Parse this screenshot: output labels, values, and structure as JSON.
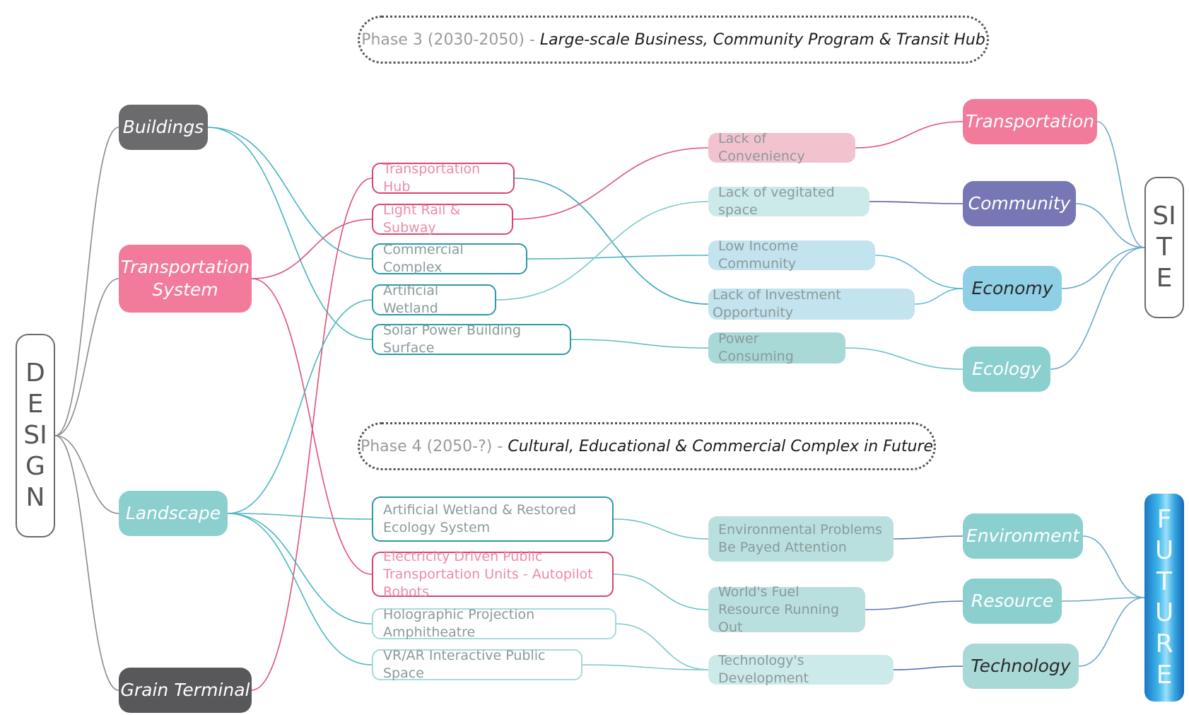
{
  "phases": {
    "phase3": {
      "label": "Phase 3 (2030-2050)",
      "title": "Large-scale Business, Community Program & Transit Hub"
    },
    "phase4": {
      "label": "Phase 4 (2050-?)",
      "title": "Cultural, Educational & Commercial Complex in Future"
    }
  },
  "pillars": {
    "design": "DESIGN",
    "site": "SITE",
    "future": "FUTURE"
  },
  "design_categories": {
    "buildings": "Buildings",
    "transportation_system": "Transportation System",
    "landscape": "Landscape",
    "grain_terminal": "Grain Terminal"
  },
  "design_outputs": {
    "transportation_hub": "Transportation Hub",
    "light_rail": "Light Rail & Subway",
    "commercial_complex": "Commercial Complex",
    "artificial_wetland": "Artificial Wetland",
    "solar_power": "Solar Power Building Surface",
    "wetland_restored": "Artificial Wetland & Restored Ecology System",
    "electricity_transport": "Electricity Driven Public Transportation Units - Autopilot Robots",
    "holographic": "Holographic Projection Amphitheatre",
    "vr_ar": "VR/AR Interactive Public Space"
  },
  "issues": {
    "lack_convenience": "Lack of Conveniency",
    "lack_vegetated": "Lack of vegitated space",
    "low_income": "Low Income Community",
    "lack_investment": "Lack of Investment Opportunity",
    "power_consuming": "Power Consuming",
    "env_problems": "Environmental Problems Be Payed Attention",
    "fuel_resource": "World's Fuel Resource Running Out",
    "tech_development": "Technology's Development"
  },
  "site_categories": {
    "transportation": "Transportation",
    "community": "Community",
    "economy": "Economy",
    "ecology": "Ecology"
  },
  "future_categories": {
    "environment": "Environment",
    "resource": "Resource",
    "technology": "Technology"
  },
  "colors": {
    "pink": "#f27a9a",
    "dark_gray": "#6b6b6e",
    "teal": "#8ccfcf",
    "purple": "#7777b5",
    "light_blue": "#8fd0e6",
    "pale_pink": "#f3c2cf",
    "pale_teal": "#cdeaea",
    "pale_blue": "#c3e3ef",
    "outline_teal": "#2b9aa6",
    "outline_pink": "#d8466f"
  },
  "connections": [
    [
      "design-pillar",
      "buildings"
    ],
    [
      "design-pillar",
      "transportation-system"
    ],
    [
      "design-pillar",
      "landscape"
    ],
    [
      "design-pillar",
      "grain-terminal"
    ],
    [
      "buildings",
      "commercial-complex"
    ],
    [
      "buildings",
      "solar-power"
    ],
    [
      "transportation-system",
      "light-rail"
    ],
    [
      "transportation-system",
      "electricity-transport"
    ],
    [
      "grain-terminal",
      "transportation-hub"
    ],
    [
      "landscape",
      "artificial-wetland"
    ],
    [
      "landscape",
      "wetland-restored"
    ],
    [
      "landscape",
      "holographic"
    ],
    [
      "landscape",
      "vr-ar"
    ],
    [
      "light-rail",
      "lack-convenience"
    ],
    [
      "transportation-hub",
      "lack-investment"
    ],
    [
      "commercial-complex",
      "low-income"
    ],
    [
      "artificial-wetland",
      "lack-vegetated"
    ],
    [
      "solar-power",
      "power-consuming"
    ],
    [
      "wetland-restored",
      "env-problems"
    ],
    [
      "electricity-transport",
      "fuel-resource"
    ],
    [
      "holographic",
      "tech-development"
    ],
    [
      "vr-ar",
      "tech-development"
    ],
    [
      "transportation",
      "lack-convenience"
    ],
    [
      "community",
      "lack-vegetated"
    ],
    [
      "economy",
      "low-income"
    ],
    [
      "economy",
      "lack-investment"
    ],
    [
      "ecology",
      "power-consuming"
    ],
    [
      "environment",
      "env-problems"
    ],
    [
      "resource",
      "fuel-resource"
    ],
    [
      "technology",
      "tech-development"
    ],
    [
      "site-pillar",
      "transportation"
    ],
    [
      "site-pillar",
      "community"
    ],
    [
      "site-pillar",
      "economy"
    ],
    [
      "site-pillar",
      "ecology"
    ],
    [
      "future-pillar",
      "environment"
    ],
    [
      "future-pillar",
      "resource"
    ],
    [
      "future-pillar",
      "technology"
    ]
  ]
}
